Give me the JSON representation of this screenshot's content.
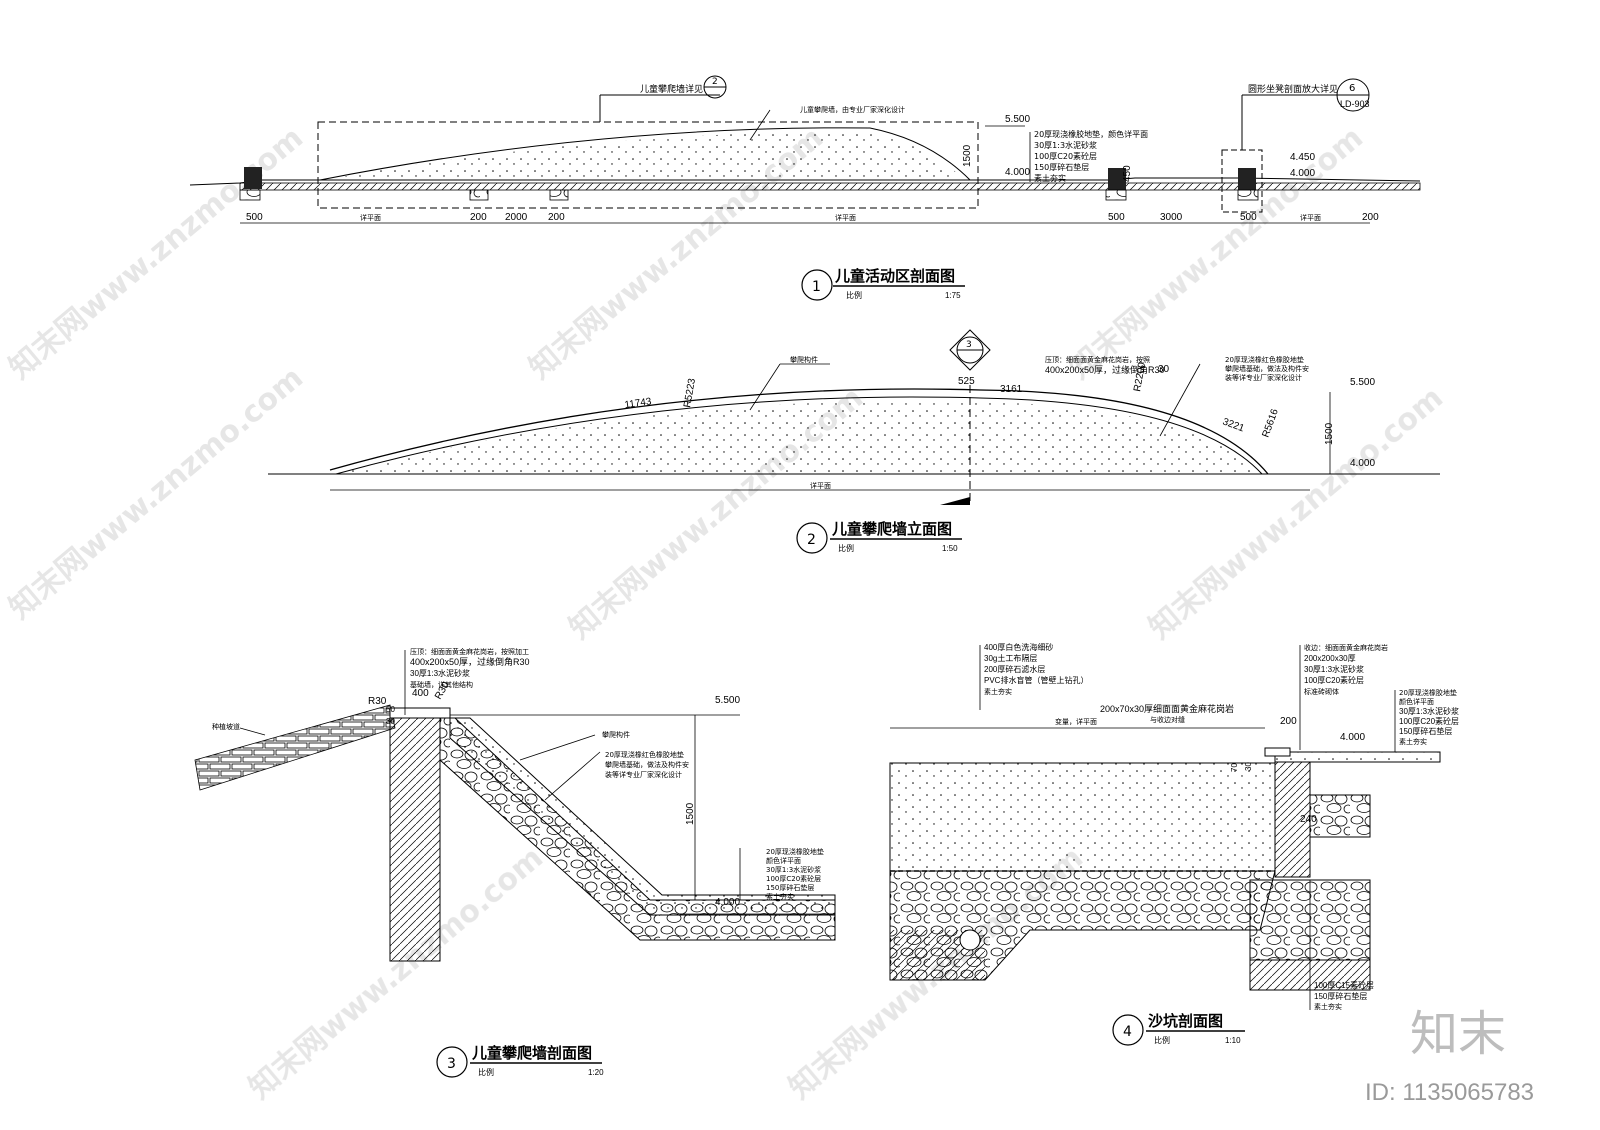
{
  "title_blocks": {
    "d1": {
      "num": "1",
      "title": "儿童活动区剖面图",
      "scale_label": "比例",
      "scale": "1:75"
    },
    "d2": {
      "num": "2",
      "title": "儿童攀爬墙立面图",
      "scale_label": "比例",
      "scale": "1:50"
    },
    "d3": {
      "num": "3",
      "title": "儿童攀爬墙剖面图",
      "scale_label": "比例",
      "scale": "1:20"
    },
    "d4": {
      "num": "4",
      "title": "沙坑剖面图",
      "scale_label": "比例",
      "scale": "1:10"
    }
  },
  "section1": {
    "ref_climb": {
      "label": "儿童攀爬墙详见",
      "num": "2"
    },
    "ref_bench": {
      "label": "圆形坐凳剖面放大详见",
      "num": "6",
      "sheet": "LD-903"
    },
    "note_wall": "儿童攀爬墙，由专业厂家深化设计",
    "elev_top": "5.500",
    "elev_base": "4.000",
    "elev_bench1": "4.450",
    "elev_bench2": "4.000",
    "height": "1500",
    "curb_h": "450",
    "layers": [
      "20厚现浇橡胶地垫，颜色详平面",
      "30厚1:3水泥砂浆",
      "100厚C20素砼层",
      "150厚碎石垫层",
      "素土夯实"
    ],
    "dims": [
      "500",
      "200",
      "2000",
      "200",
      "500",
      "3000",
      "500",
      "200"
    ],
    "plan_ref": "详平面"
  },
  "section2": {
    "section_mark": "3",
    "note_part": "攀爬构件",
    "note_cap": "压顶：细面面黄金麻花岗岩，按照",
    "note_cap2": "400x200x50厚，过缘倒角R30",
    "note_surface": [
      "20厚现浇橡红色橡胶地垫",
      "攀爬墙基础，做法及构件安",
      "装等详专业厂家深化设计"
    ],
    "arc1": "11743",
    "r1": "R5223",
    "dim_top": "525",
    "arc2": "3161",
    "r2": "R2200",
    "r2b": "30",
    "arc3": "3221",
    "r3": "R5616",
    "height": "1500",
    "elev_top": "5.500",
    "elev_base": "4.000",
    "plan_ref": "详平面"
  },
  "section3": {
    "cap_notes": [
      "压顶：细面面黄金麻花岗岩，按照加工",
      "400x200x50厚，过缘倒角R30",
      "30厚1:3水泥砂浆",
      "基础墙，详其他结构"
    ],
    "r_left": "R30",
    "r_right": "R30",
    "w": "400",
    "h1": "50",
    "h2": "30",
    "planting": "种植坡道",
    "part": "攀爬构件",
    "mid_notes": [
      "20厚现浇橡红色橡胶地垫",
      "攀爬墙基础，做法及构件安",
      "装等详专业厂家深化设计"
    ],
    "height": "1500",
    "elev_top": "5.500",
    "elev_base": "4.000",
    "layers": [
      "20厚现浇橡胶地垫",
      "颜色详平面",
      "30厚1:3水泥砂浆",
      "100厚C20素砼层",
      "150厚碎石垫层",
      "素土夯实"
    ]
  },
  "section4": {
    "sand_layers": [
      "400厚白色洗海细砂",
      "30g土工布隔层",
      "200厚碎石滤水层",
      "PVC排水盲管（管壁上钻孔）",
      "素土夯实"
    ],
    "edge_note": "200x70x30厚细面面黄金麻花岗岩",
    "edge_note2": "与收边对缝",
    "var_label": "变量，详平面",
    "curb_notes": [
      "收边：细面面黄金麻花岗岩",
      "200x200x30厚",
      "30厚1:3水泥砂浆",
      "100厚C20素砼层",
      "标准砖砌体"
    ],
    "rubber_notes": [
      "20厚现浇橡胶地垫",
      "颜色详平面",
      "30厚1:3水泥砂浆",
      "100厚C20素砼层",
      "150厚碎石垫层",
      "素土夯实"
    ],
    "dim_200": "200",
    "dim_70": "70",
    "dim_30": "30",
    "dim_240": "240",
    "elev": "4.000",
    "base_notes": [
      "100厚C15素砼层",
      "150厚碎石垫层",
      "素土夯实"
    ]
  },
  "watermark": {
    "site": "知末网www.znzmo.com",
    "logo": "知末",
    "id": "ID: 1135065783"
  }
}
